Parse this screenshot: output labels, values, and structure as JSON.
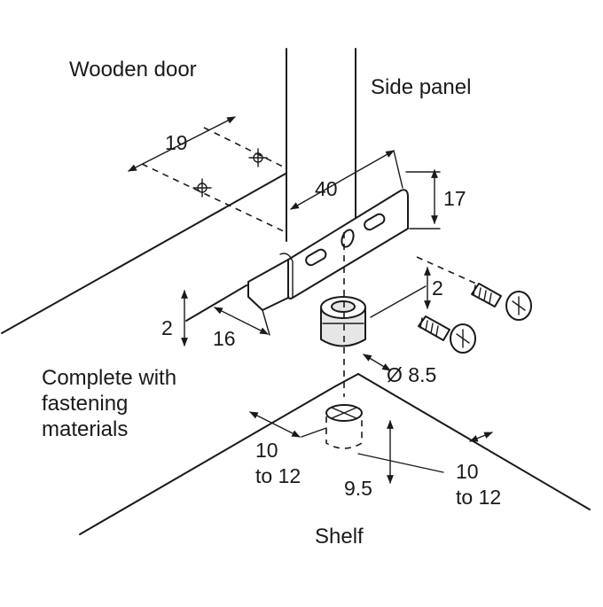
{
  "labels": {
    "wooden_door": "Wooden door",
    "side_panel": "Side panel",
    "complete_with": "Complete with\nfastening\nmaterials",
    "shelf": "Shelf"
  },
  "dimensions": {
    "d19": "19",
    "d40": "40",
    "d17": "17",
    "d2_right": "2",
    "d2_left": "2",
    "d16": "16",
    "d_dia": "Ø 8.5",
    "d10_left": "10\nto 12",
    "d9_5": "9.5",
    "d10_right": "10\nto 12"
  },
  "colors": {
    "line": "#1a1a1a",
    "background": "#ffffff"
  }
}
